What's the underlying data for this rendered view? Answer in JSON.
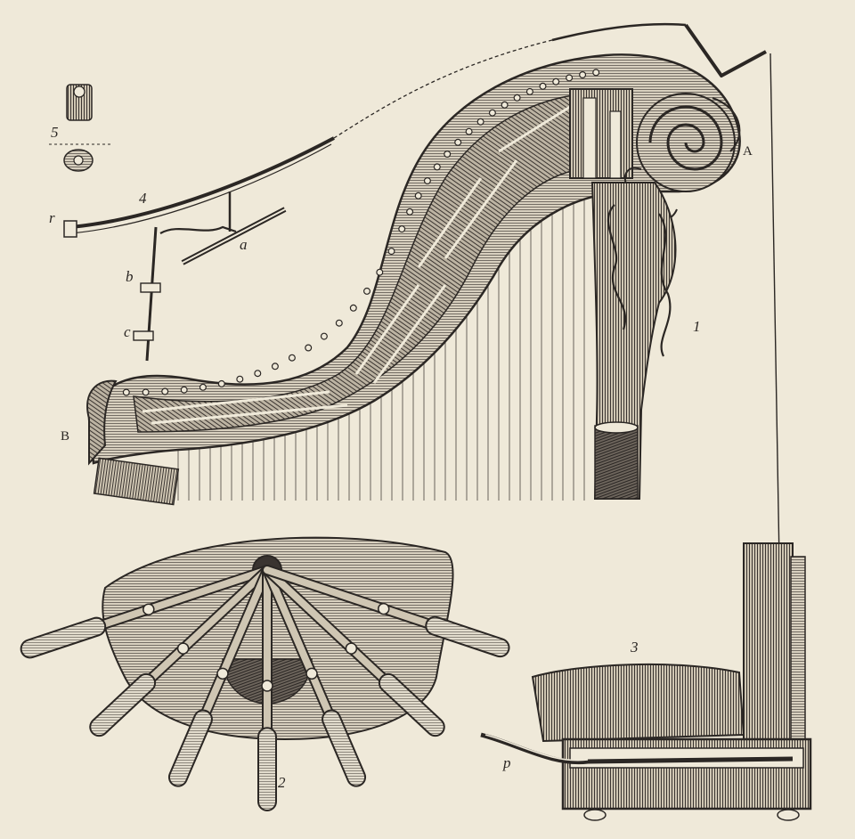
{
  "colors": {
    "paper": "#efe9d9",
    "ink": "#2b2724",
    "ink_mid": "#5a534c",
    "shade": "#a59d92",
    "dark": "#3a3430"
  },
  "labels": {
    "fig1": "1",
    "fig2": "2",
    "fig3": "3",
    "fig4": "4",
    "fig5": "5",
    "A": "A",
    "B": "B",
    "a": "a",
    "b": "b",
    "c": "c",
    "p": "p",
    "r": "r"
  },
  "figure2": {
    "pedal_count": 7
  }
}
